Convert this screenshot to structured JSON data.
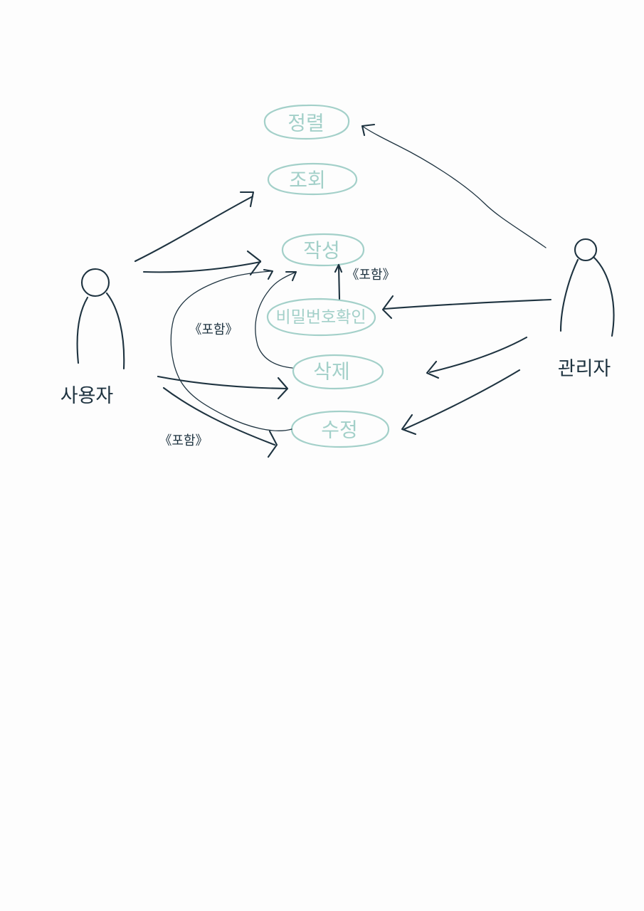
{
  "actors": {
    "user": "사용자",
    "admin": "관리자"
  },
  "use_cases": {
    "pin": "정렬",
    "view": "조회",
    "create": "작성",
    "password_check": "비밀번호확인",
    "delete": "삭제",
    "edit": "수정"
  },
  "relations": {
    "include_create": "《포함》",
    "include_delete": "《포함》",
    "include_edit": "《포함》"
  },
  "colors": {
    "ink": "#1e3340",
    "use_case": "#a3d0c9",
    "paper": "#fdfdfd"
  }
}
